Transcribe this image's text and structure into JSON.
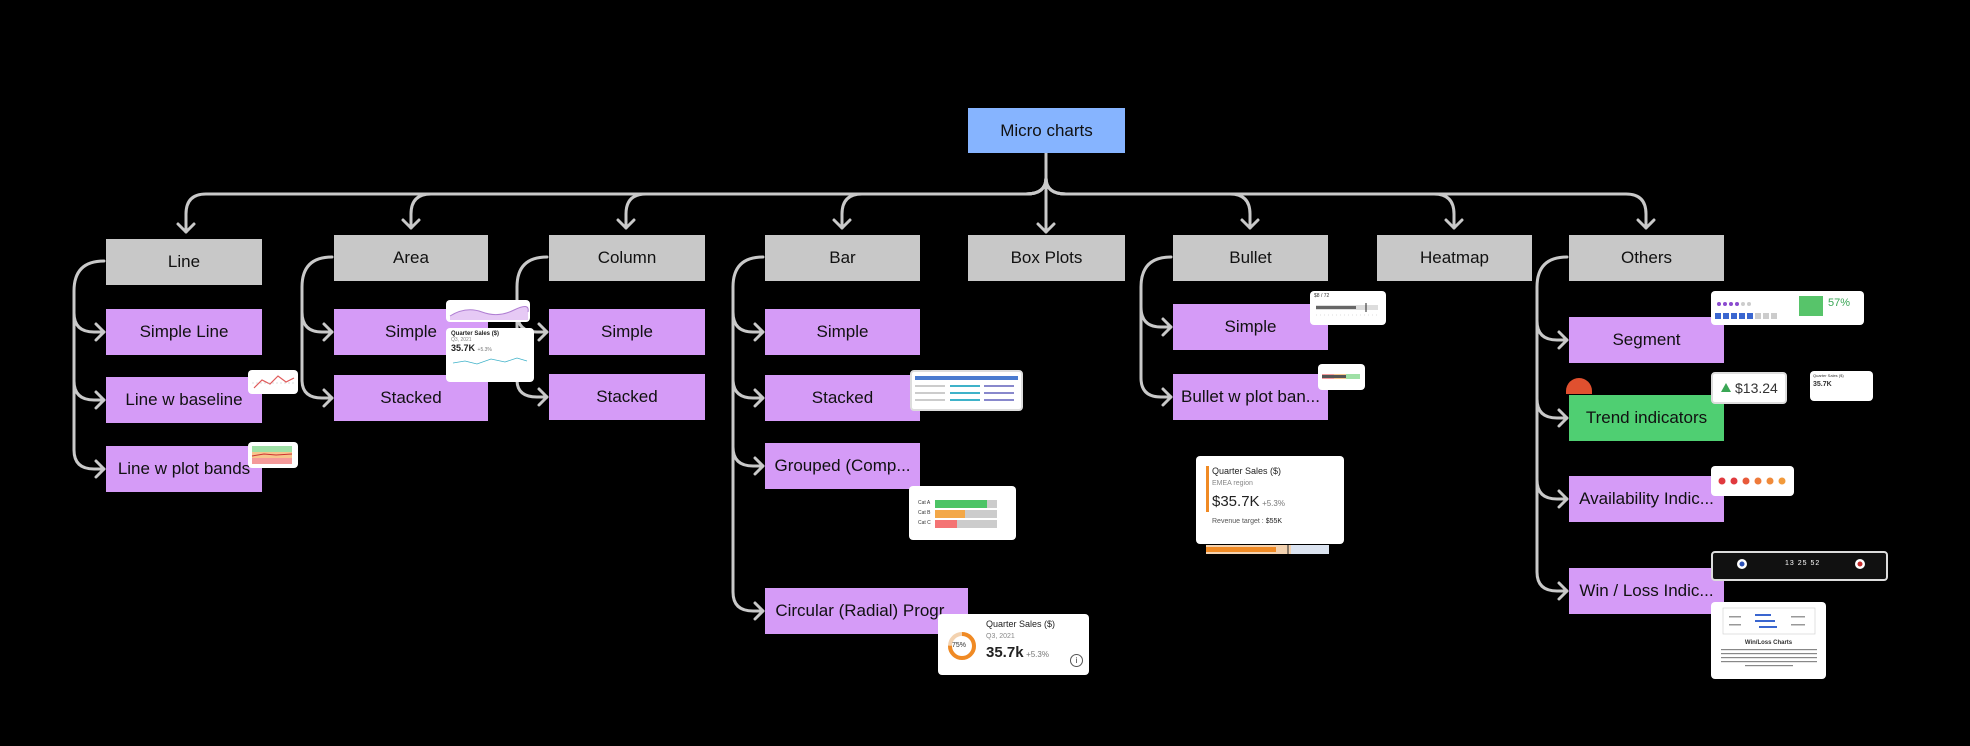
{
  "root": {
    "label": "Micro charts"
  },
  "categories": [
    {
      "id": "line",
      "label": "Line"
    },
    {
      "id": "area",
      "label": "Area"
    },
    {
      "id": "column",
      "label": "Column"
    },
    {
      "id": "bar",
      "label": "Bar"
    },
    {
      "id": "boxplots",
      "label": "Box Plots"
    },
    {
      "id": "bullet",
      "label": "Bullet"
    },
    {
      "id": "heatmap",
      "label": "Heatmap"
    },
    {
      "id": "others",
      "label": "Others"
    }
  ],
  "leaves": {
    "line": [
      "Simple Line",
      "Line w baseline",
      "Line w plot bands"
    ],
    "area": [
      "Simple",
      "Stacked"
    ],
    "column": [
      "Simple",
      "Stacked"
    ],
    "bar": [
      "Simple",
      "Stacked",
      "Grouped (Comp...",
      "Circular (Radial) Progr..."
    ],
    "bullet": [
      "Simple",
      "Bullet w plot ban..."
    ],
    "others": [
      "Segment",
      "Trend indicators",
      "Availability Indic...",
      "Win / Loss Indic..."
    ]
  },
  "previews": {
    "area_card": {
      "title": "Quarter Sales ($)",
      "sub": "Q3, 2021",
      "value": "35.7K",
      "delta": "+5.3%"
    },
    "bullet_card": {
      "title": "Quarter Sales ($)",
      "sub": "EMEA region",
      "value": "$35.7K",
      "delta": "+5.3%",
      "target_label": "Revenue target :",
      "target_value": "$55K"
    },
    "bullet_simple": {
      "label": "$8 / 72"
    },
    "grouped_bars": {
      "labels": [
        "Cat A",
        "Cat B",
        "Cat C"
      ]
    },
    "radial_card": {
      "title": "Quarter Sales ($)",
      "sub": "Q3, 2021",
      "value": "35.7k",
      "delta": "+5.3%",
      "progress_label": "75%",
      "progress": 0.75,
      "info": "i"
    },
    "segment": {
      "percent": "57%"
    },
    "trend": {
      "value": "$13.24",
      "mini_title": "Quarter Sales ($)",
      "mini_value": "35.7K"
    },
    "winloss_doc": {
      "title": "Win/Loss Charts"
    },
    "digits": [
      "13",
      "25",
      "52"
    ]
  }
}
